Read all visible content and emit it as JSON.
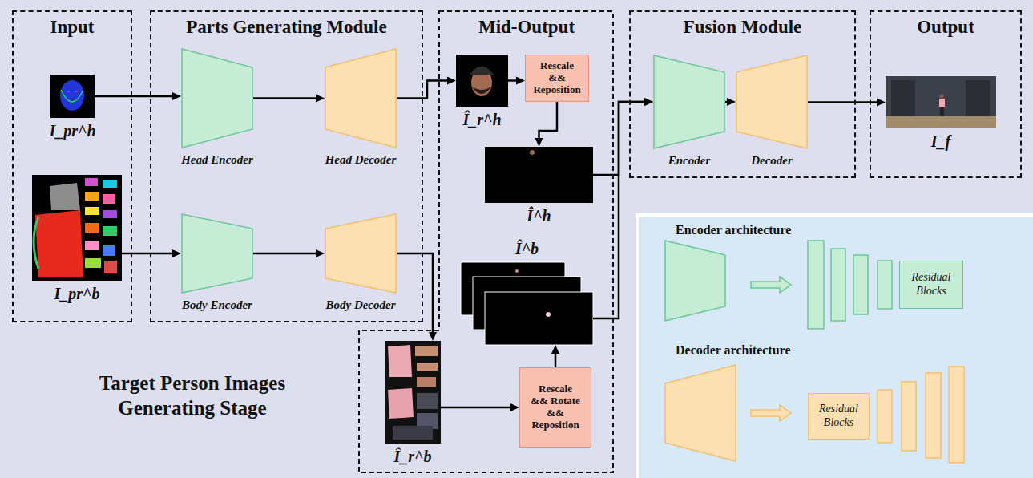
{
  "diagram": {
    "nodes": [
      {
        "text": [
          "Input"
        ]
      },
      {
        "text": [
          "I_pr^h"
        ],
        "in": 0
      },
      {
        "text": [
          "I_pr^b"
        ],
        "in": 0
      },
      {
        "text": [
          "Parts Generating Module"
        ]
      },
      {
        "text": [
          "Head Encoder"
        ],
        "in": 3
      },
      {
        "text": [
          "Head Decoder"
        ],
        "in": 3
      },
      {
        "text": [
          "Body Encoder"
        ],
        "in": 3
      },
      {
        "text": [
          "Body Decoder"
        ],
        "in": 3
      },
      {
        "text": [
          "Mid-Output"
        ]
      },
      {
        "text": [
          "Î_r^h"
        ],
        "in": 8
      },
      {
        "text": [
          "Rescale && Reposition"
        ],
        "in": 8
      },
      {
        "text": [
          "Î^h"
        ],
        "in": 8
      },
      {
        "text": [
          "Î^b"
        ],
        "in": 8
      },
      {
        "text": [
          "Î_r^b"
        ],
        "in": 8
      },
      {
        "text": [
          "Rescale && Rotate && Reposition"
        ],
        "in": 8
      },
      {
        "text": [
          "Fusion Module"
        ]
      },
      {
        "text": [
          "Encoder"
        ],
        "in": 15
      },
      {
        "text": [
          "Decoder"
        ],
        "in": 15
      },
      {
        "text": [
          "Output"
        ]
      },
      {
        "text": [
          "I_f"
        ],
        "in": 18
      },
      {
        "text": [
          "Encoder architecture",
          "Decoder architecture"
        ]
      },
      {
        "text": [
          "Residual Blocks"
        ],
        "in": 20
      },
      {
        "text": [
          "Residual Blocks"
        ],
        "in": 20
      }
    ],
    "edges": [
      {
        "from": 1,
        "to": 4,
        "arrow": "to"
      },
      {
        "from": 4,
        "to": 5,
        "arrow": "to"
      },
      {
        "from": 5,
        "to": 9,
        "arrow": "to"
      },
      {
        "from": 9,
        "to": 10,
        "arrow": "to"
      },
      {
        "from": 10,
        "to": 11,
        "arrow": "to"
      },
      {
        "from": 2,
        "to": 6,
        "arrow": "to"
      },
      {
        "from": 6,
        "to": 7,
        "arrow": "to"
      },
      {
        "from": 7,
        "to": 13,
        "arrow": "to"
      },
      {
        "from": 13,
        "to": 14,
        "arrow": "to"
      },
      {
        "from": 14,
        "to": 12,
        "arrow": "to"
      },
      {
        "from": 11,
        "to": 16,
        "arrow": "to"
      },
      {
        "from": 12,
        "to": 16,
        "arrow": "to"
      },
      {
        "from": 16,
        "to": 17,
        "arrow": "to"
      },
      {
        "from": 17,
        "to": 19,
        "arrow": "to"
      }
    ],
    "labels": [
      "Target Person Images Generating Stage"
    ]
  }
}
